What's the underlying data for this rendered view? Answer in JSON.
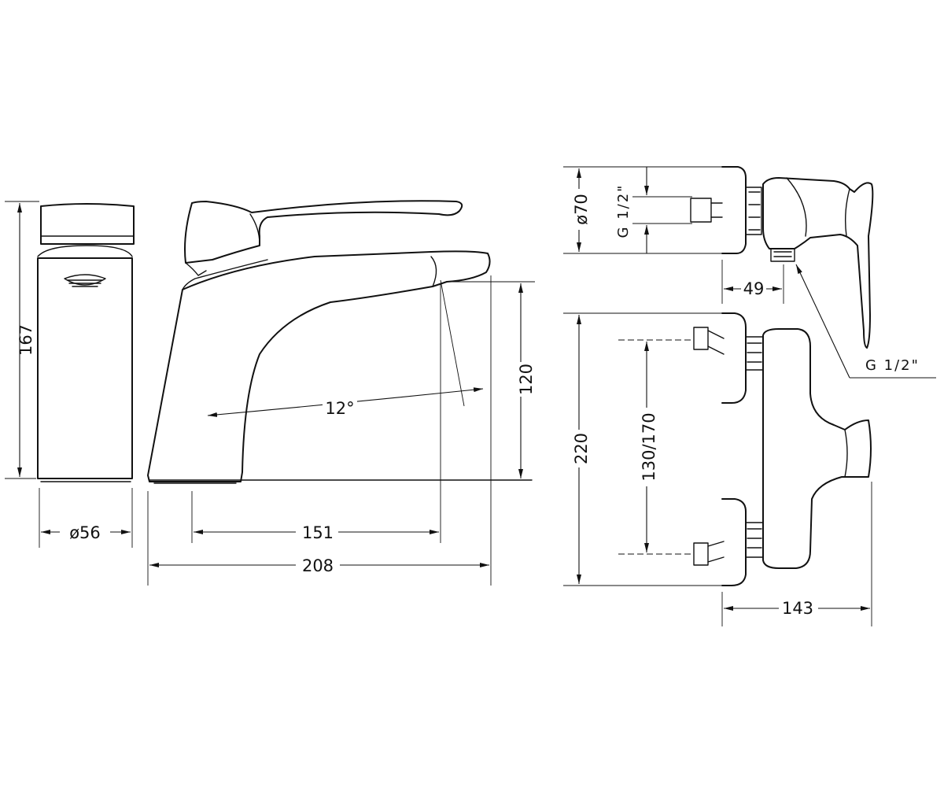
{
  "dimensions": {
    "height_167": "167",
    "diameter_56": "ø56",
    "reach_151": "151",
    "length_208": "208",
    "spout_height_120": "120",
    "angle_12": "12°",
    "flange_diameter_70": "ø70",
    "thread_top": "G 1/2\"",
    "depth_49": "49",
    "thread_bottom": "G 1/2\"",
    "height_220": "220",
    "centers_130_170": "130/170",
    "depth_143": "143"
  }
}
